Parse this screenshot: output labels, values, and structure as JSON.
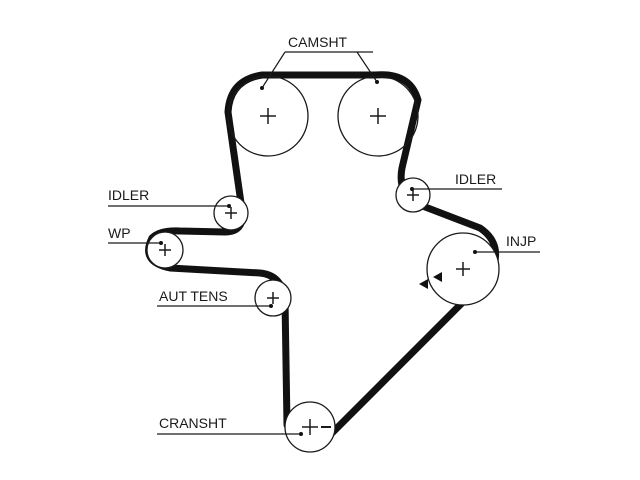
{
  "labels": {
    "camshaft": "CAMSHT",
    "idler_left": "IDLER",
    "idler_right": "IDLER",
    "water_pump": "WP",
    "auto_tensioner": "AUT TENS",
    "injection_pump": "INJP",
    "crankshaft": "CRANSHT"
  },
  "colors": {
    "belt": "#111111",
    "lines": "#1a1a1a",
    "background": "#ffffff"
  }
}
